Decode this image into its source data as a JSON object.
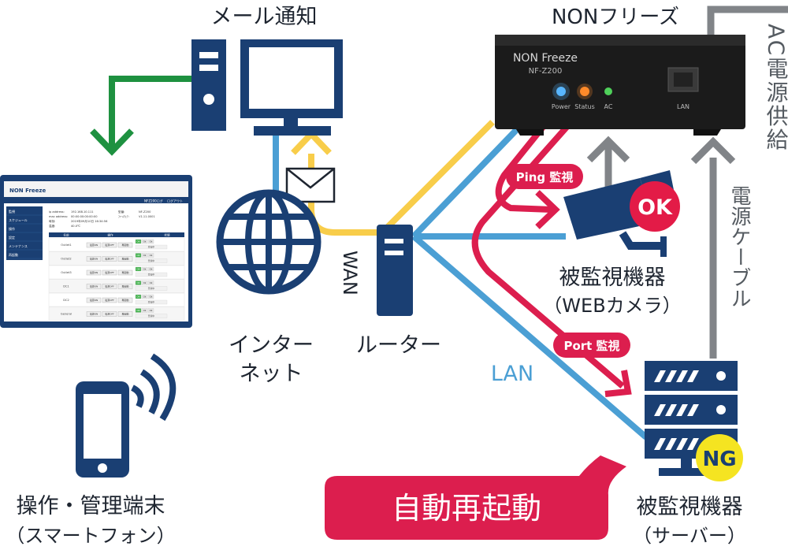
{
  "labels": {
    "mail_notify": "メール通知",
    "device": "NONフリーズ",
    "ac_power": "AC電源供給",
    "power_cable": "電源ケーブル",
    "internet_1": "インター",
    "internet_2": "ネット",
    "router": "ルーター",
    "wan": "WAN",
    "lan": "LAN",
    "camera_1": "被監視機器",
    "camera_2": "（WEBカメラ）",
    "server_1": "被監視機器",
    "server_2": "（サーバー）",
    "phone_1": "操作・管理端末",
    "phone_2": "（スマートフォン）",
    "restart": "自動再起動"
  },
  "badges": {
    "ping": "Ping 監視",
    "port": "Port 監視",
    "ok": "OK",
    "ng": "NG"
  },
  "hardware": {
    "brand": "NON Freeze",
    "model": "NF-Z200",
    "led_power": "Power",
    "led_status": "Status",
    "led_ac": "AC",
    "port_lan": "LAN"
  },
  "screen": {
    "brand": "NON Freeze",
    "header_links": "NFZ200ログ　 ログアウト",
    "menu": [
      "監視",
      "スケジュール",
      "操作",
      "設定",
      "メンテナンス",
      "再起動"
    ],
    "info": [
      [
        "ip address:",
        "192.168.10.111",
        "型番:",
        "NF-Z200"
      ],
      [
        "mac address:",
        "00:00:00:00:00:00",
        "ﾌｧｰﾑｳｪｱ:",
        "V1.11.0001"
      ],
      [
        "時刻:",
        "2019年09月10日 16:34:56",
        "",
        ""
      ],
      [
        "温度:",
        "40.0℃",
        "",
        ""
      ]
    ],
    "table_headers": [
      "名前",
      "操作",
      "状態"
    ],
    "row_names": [
      "Outlet1",
      "Outlet2",
      "Outlet3",
      "DC1",
      "DC2",
      "General"
    ],
    "buttons": [
      "電源ON",
      "電源OFF",
      "再起動"
    ],
    "status_cells": [
      "ON",
      "Ok",
      "Ok"
    ],
    "status_note": "登録中"
  },
  "colors": {
    "navy": "#1a3f73",
    "green": "#1e9140",
    "yellow": "#f8cd4a",
    "blue": "#4b9fd4",
    "red": "#dc1e4e",
    "gray": "#818488",
    "ok_red": "#e31b47",
    "ng_yellow": "#f5e421",
    "dark": "#1a1a1a"
  }
}
